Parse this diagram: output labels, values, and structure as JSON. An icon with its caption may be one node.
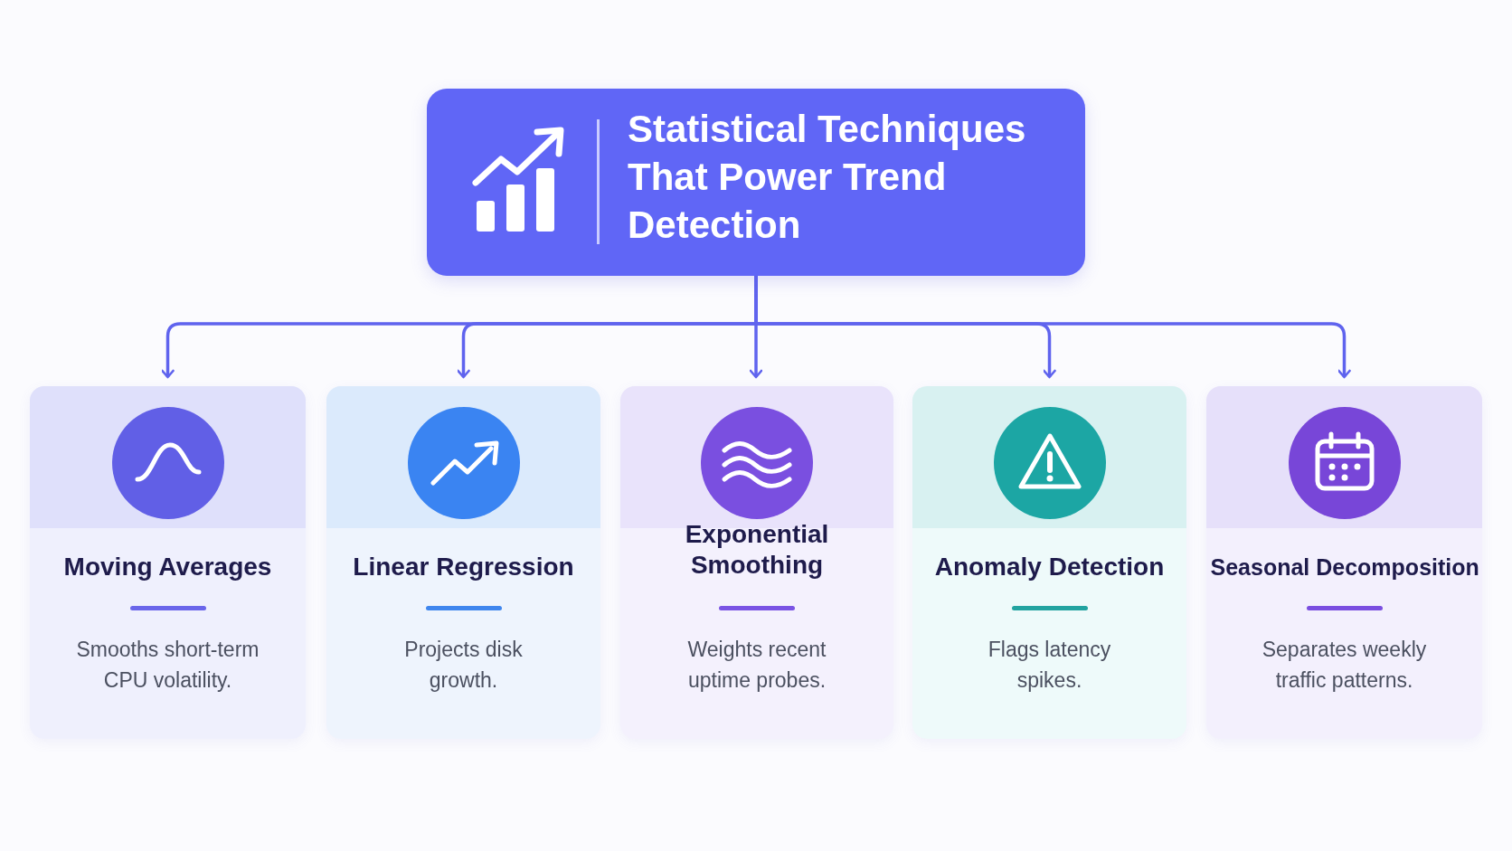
{
  "diagram": {
    "nodes": [
      {
        "text": [
          "Statistical Techniques That Power Trend Detection"
        ]
      },
      {
        "text": [
          "Moving Averages",
          "Smooths short-term CPU volatility."
        ]
      },
      {
        "text": [
          "Linear Regression",
          "Projects disk growth."
        ]
      },
      {
        "text": [
          "Exponential Smoothing",
          "Weights recent uptime probes."
        ]
      },
      {
        "text": [
          "Anomaly Detection",
          "Flags latency spikes."
        ]
      },
      {
        "text": [
          "Seasonal Decomposition",
          "Separates weekly traffic patterns."
        ]
      }
    ],
    "edges": [
      {
        "from": 0,
        "to": 1,
        "arrow": "to"
      },
      {
        "from": 0,
        "to": 2,
        "arrow": "to"
      },
      {
        "from": 0,
        "to": 3,
        "arrow": "to"
      },
      {
        "from": 0,
        "to": 4,
        "arrow": "to"
      },
      {
        "from": 0,
        "to": 5,
        "arrow": "to"
      }
    ]
  }
}
